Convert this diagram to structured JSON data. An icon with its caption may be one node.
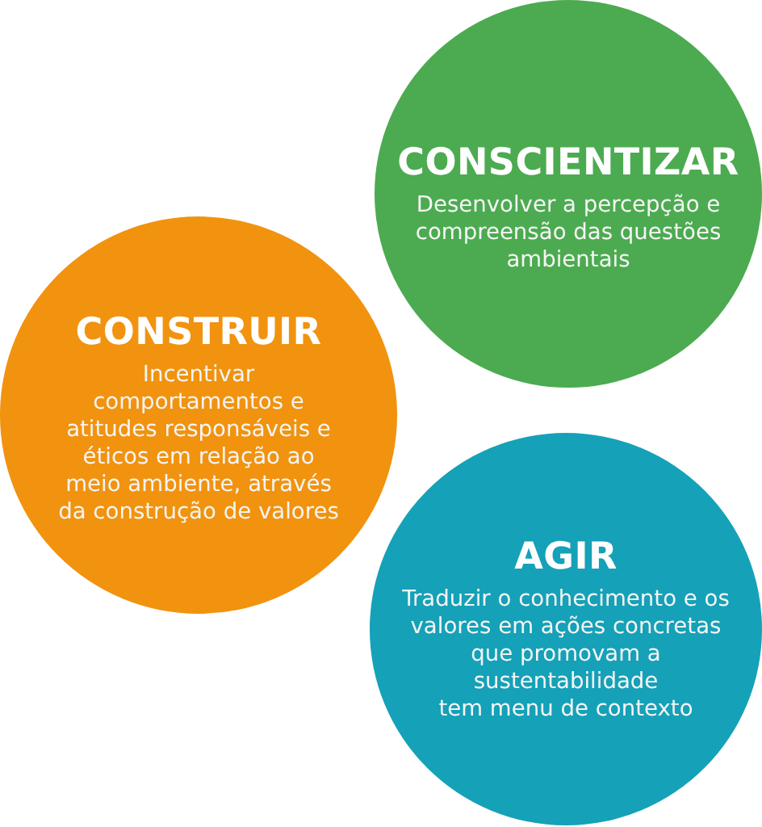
{
  "diagram": {
    "nodes": [
      {
        "text": [
          "CONSCIENTIZAR",
          "Desenvolver a percepção e compreensão das questões ambientais"
        ]
      },
      {
        "text": [
          "CONSTRUIR",
          "Incentivar comportamentos e atitudes responsáveis e éticos em relação ao meio ambiente, através da construção de valores"
        ]
      },
      {
        "text": [
          "AGIR",
          "Traduzir o conhecimento e os valores em ações concretas que promovam a sustentabilidade",
          "tem menu de contexto"
        ]
      }
    ]
  }
}
